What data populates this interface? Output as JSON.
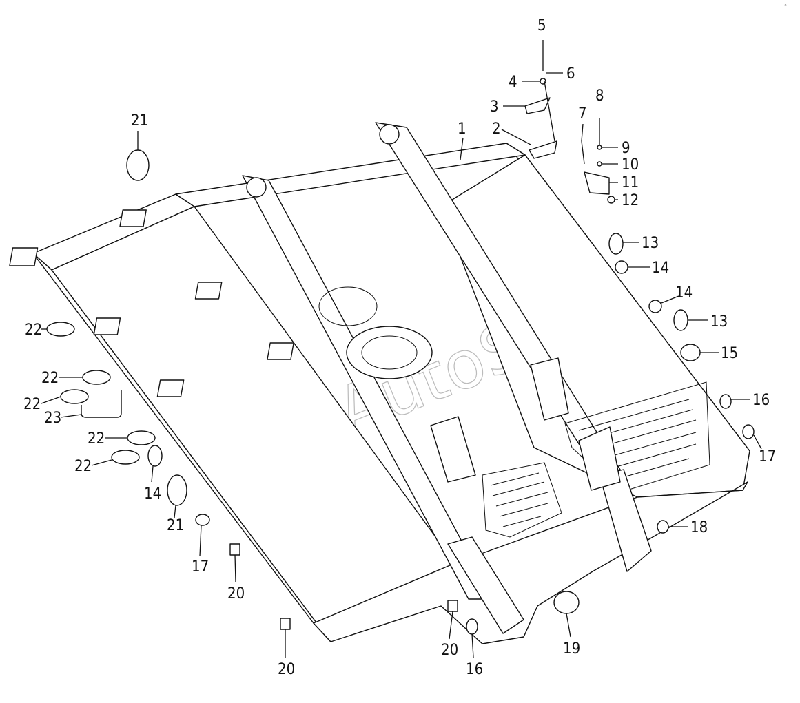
{
  "diagram": {
    "watermark": "AutoSoft",
    "corner_mark": "° ..."
  },
  "callouts": [
    {
      "id": "c5",
      "text": "5"
    },
    {
      "id": "c6",
      "text": "6"
    },
    {
      "id": "c4",
      "text": "4"
    },
    {
      "id": "c3",
      "text": "3"
    },
    {
      "id": "c2",
      "text": "2"
    },
    {
      "id": "c1",
      "text": "1"
    },
    {
      "id": "c7",
      "text": "7"
    },
    {
      "id": "c8",
      "text": "8"
    },
    {
      "id": "c9",
      "text": "9"
    },
    {
      "id": "c10",
      "text": "10"
    },
    {
      "id": "c11",
      "text": "11"
    },
    {
      "id": "c12",
      "text": "12"
    },
    {
      "id": "c13a",
      "text": "13"
    },
    {
      "id": "c14a",
      "text": "14"
    },
    {
      "id": "c14b",
      "text": "14"
    },
    {
      "id": "c13b",
      "text": "13"
    },
    {
      "id": "c15",
      "text": "15"
    },
    {
      "id": "c16a",
      "text": "16"
    },
    {
      "id": "c17a",
      "text": "17"
    },
    {
      "id": "c18",
      "text": "18"
    },
    {
      "id": "c19",
      "text": "19"
    },
    {
      "id": "c16b",
      "text": "16"
    },
    {
      "id": "c20a",
      "text": "20"
    },
    {
      "id": "c20b",
      "text": "20"
    },
    {
      "id": "c20c",
      "text": "20"
    },
    {
      "id": "c17b",
      "text": "17"
    },
    {
      "id": "c21a",
      "text": "21"
    },
    {
      "id": "c14c",
      "text": "14"
    },
    {
      "id": "c22a",
      "text": "22"
    },
    {
      "id": "c22b",
      "text": "22"
    },
    {
      "id": "c22c",
      "text": "22"
    },
    {
      "id": "c23",
      "text": "23"
    },
    {
      "id": "c22d",
      "text": "22"
    },
    {
      "id": "c22e",
      "text": "22"
    },
    {
      "id": "c21b",
      "text": "21"
    }
  ]
}
